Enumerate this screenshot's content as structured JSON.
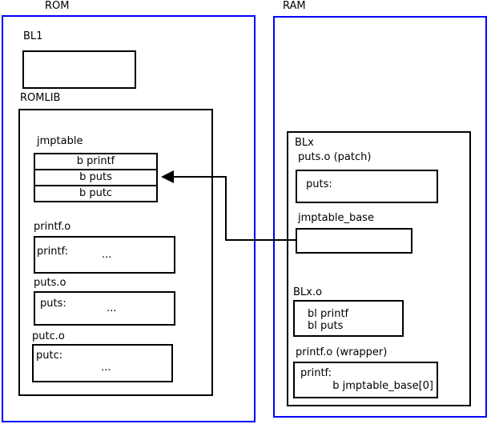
{
  "colors": {
    "frame_blue": "#0000ff",
    "box_black": "#000000",
    "background": "#ffffff"
  },
  "rom": {
    "title": "ROM",
    "bl1": {
      "label": "BL1"
    },
    "romlib": {
      "label": "ROMLIB",
      "jmptable": {
        "label": "jmptable",
        "rows": [
          "b printf",
          "b puts",
          "b putc"
        ]
      },
      "printf_o": {
        "label": "printf.o",
        "symbol": "printf:",
        "body": "..."
      },
      "puts_o": {
        "label": "puts.o",
        "symbol": "puts:",
        "body": "..."
      },
      "putc_o": {
        "label": "putc.o",
        "symbol": "putc:",
        "body": "..."
      }
    }
  },
  "ram": {
    "title": "RAM",
    "blx": {
      "label": "BLx",
      "puts_patch": {
        "label": "puts.o (patch)",
        "symbol": "puts:"
      },
      "jmptable_base": {
        "label": "jmptable_base"
      },
      "blx_o": {
        "label": "BLx.o",
        "lines": [
          "bl printf",
          "bl puts"
        ]
      },
      "printf_wrapper": {
        "label": "printf.o (wrapper)",
        "symbol": "printf:",
        "branch": "b jmptable_base[0]"
      }
    }
  },
  "arrow": {
    "meaning": "jmptable_base points to jmptable b puts entry"
  }
}
